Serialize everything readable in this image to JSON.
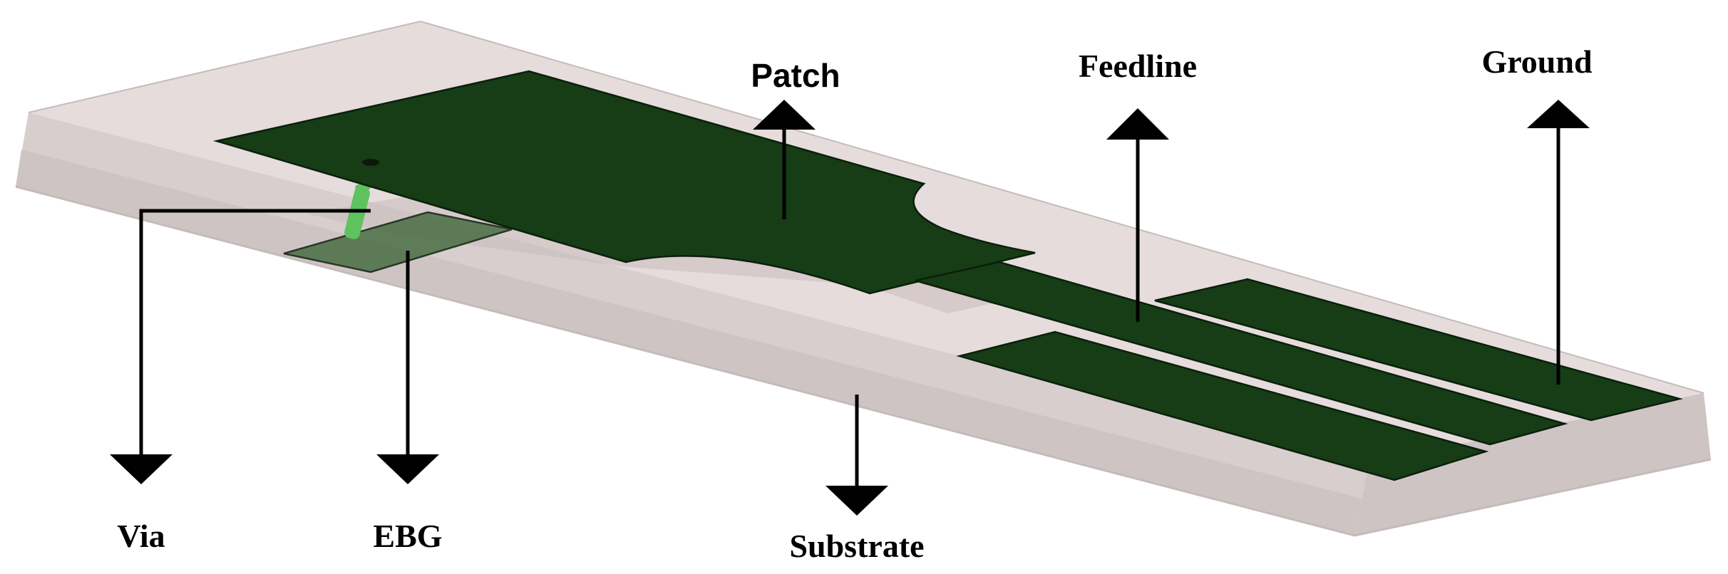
{
  "labels": {
    "patch": "Patch",
    "feedline": "Feedline",
    "ground": "Ground",
    "via": "Via",
    "ebg": "EBG",
    "substrate": "Substrate"
  },
  "colors": {
    "background": "#ffffff",
    "substrate_top": "#e6dcdc",
    "substrate_front": "#d8cece",
    "substrate_side": "#cfc4c4",
    "substrate_edge": "#c5bbbb",
    "metal": "#163d16",
    "metal_edge": "#0b1f0b",
    "ebg": "#4a6e44",
    "via": "#5ec25e",
    "shadow": "#c8bcbc",
    "arrow": "#000000"
  },
  "icons": {
    "arrow_up": "triangle-up",
    "arrow_down": "triangle-down"
  }
}
